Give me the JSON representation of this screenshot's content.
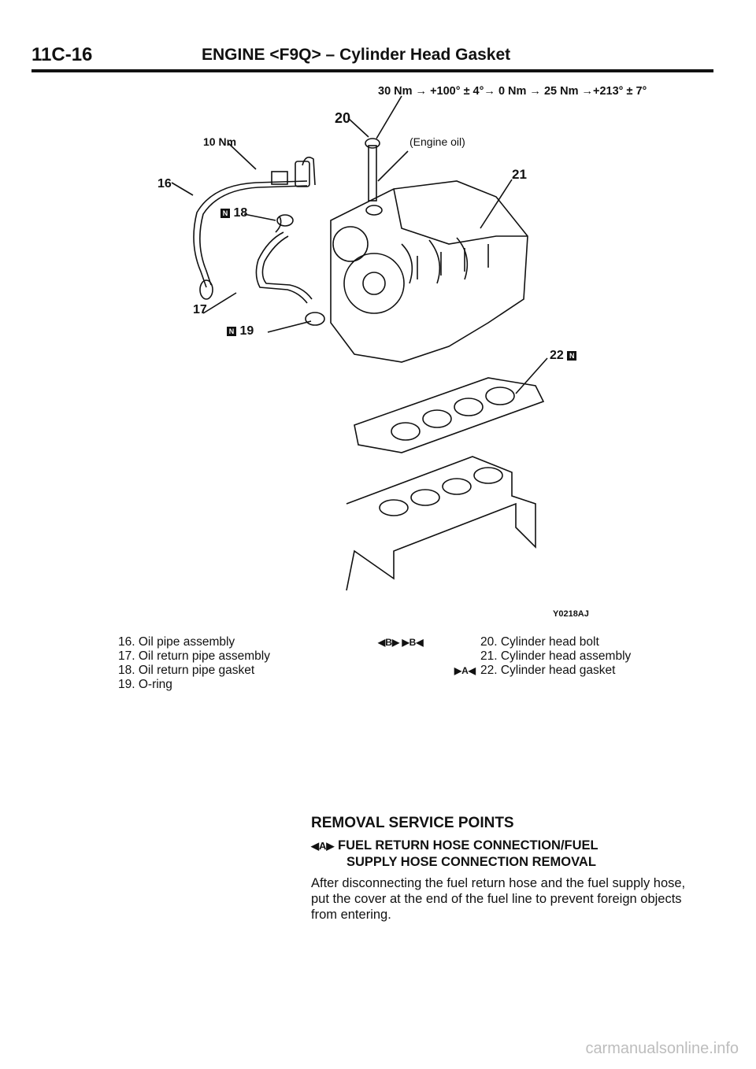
{
  "header": {
    "page_number": "11C-16",
    "title": "ENGINE <F9Q> – Cylinder Head Gasket"
  },
  "diagram": {
    "torque_bolt": "30 Nm → +100° ± 4°→ 0 Nm → 25 Nm →+213° ± 7°",
    "engine_oil": "(Engine oil)",
    "torque_pipe": "10 Nm",
    "figure_code": "Y0218AJ",
    "labels": {
      "n16": "16",
      "n17": "17",
      "n18": "18",
      "n19": "19",
      "n20": "20",
      "n21": "21",
      "n22": "22",
      "n_marker": "N"
    }
  },
  "legend_left": [
    "16. Oil pipe assembly",
    "17. Oil return pipe assembly",
    "18. Oil return pipe gasket",
    "19. O-ring"
  ],
  "legend_right": [
    {
      "marks": "◀B▶  ▶B◀",
      "text": "20. Cylinder head bolt"
    },
    {
      "marks": "",
      "text": "21. Cylinder head assembly"
    },
    {
      "marks": "▶A◀",
      "text": "22. Cylinder head gasket"
    }
  ],
  "service": {
    "heading": "REMOVAL SERVICE POINTS",
    "mark": "◀A▶",
    "title_line1": "FUEL RETURN HOSE CONNECTION/FUEL",
    "title_line2": "SUPPLY HOSE CONNECTION REMOVAL",
    "body": "After disconnecting the fuel return hose and the fuel supply hose, put the cover at the end of the fuel line to prevent foreign objects from entering."
  },
  "watermark": "carmanualsonline.info"
}
